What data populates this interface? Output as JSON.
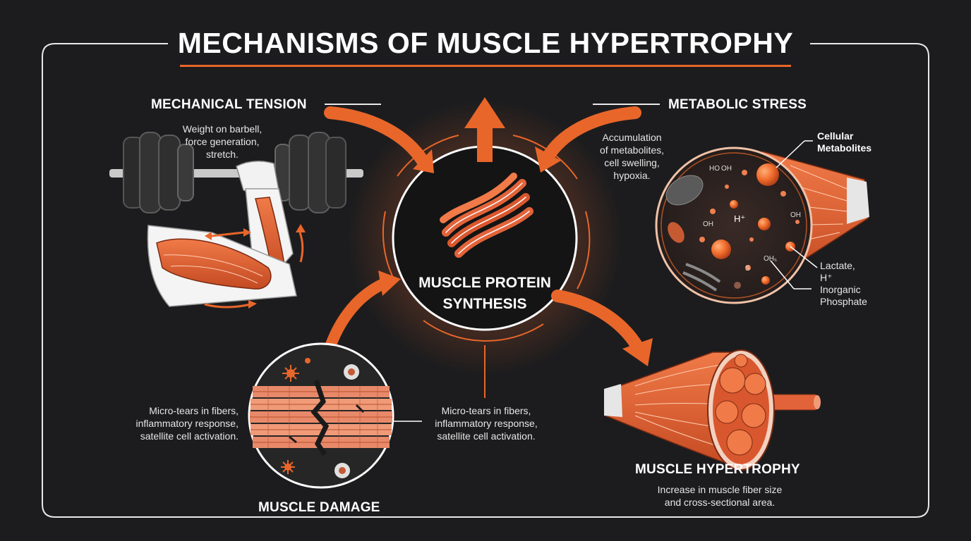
{
  "title": "MECHANISMS OF MUSCLE HYPERTROPHY",
  "colors": {
    "accent": "#e8662a",
    "background": "#1c1c1e",
    "muscle": "#e2633a",
    "text": "#ffffff"
  },
  "center": {
    "line1": "MUSCLE PROTEIN",
    "line2": "SYNTHESIS",
    "icon": "muscle-fiber-bundle-icon"
  },
  "mechanical_tension": {
    "heading": "MECHANICAL TENSION",
    "desc": [
      "Weight on barbell,",
      "force generation,",
      "stretch."
    ],
    "icon": "barbell-arm-icon"
  },
  "metabolic_stress": {
    "heading": "METABOLIC STRESS",
    "desc": [
      "Accumulation",
      "of metabolites,",
      "cell swelling,",
      "hypoxia."
    ],
    "callout_top": [
      "Cellular",
      "Metabolites"
    ],
    "callout_bottom": [
      "Lactate,",
      "H⁺",
      "Inorganic",
      "Phosphate"
    ],
    "cell_labels": {
      "h_ion": "H⁺",
      "acid1": "OH",
      "acid2": "OH",
      "acid3": "OH",
      "oh_s": "OH₅",
      "s": "S",
      "ho": "HO"
    },
    "icon": "cell-metabolites-icon"
  },
  "muscle_damage": {
    "heading": "MUSCLE DAMAGE",
    "desc_left": [
      "Micro-tears in fibers,",
      "inflammatory response,",
      "satellite cell activation."
    ],
    "desc_right": [
      "Micro-tears in fibers,",
      "inflammatory response,",
      "satellite cell activation."
    ],
    "icon": "torn-fibers-icon"
  },
  "hypertrophy": {
    "heading": "MUSCLE HYPERTROPHY",
    "desc": [
      "Increase in muscle fiber size",
      "and cross-sectional area."
    ],
    "icon": "muscle-cross-section-icon"
  }
}
